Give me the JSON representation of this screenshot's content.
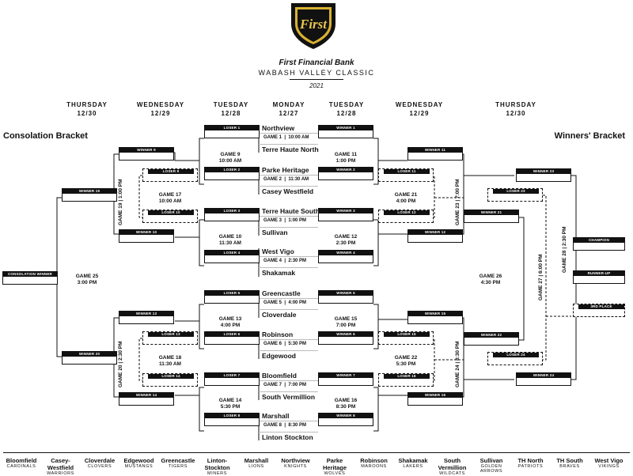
{
  "header": {
    "brand": "First Financial Bank",
    "tournament": "WABASH VALLEY CLASSIC",
    "year": "2021",
    "logo_text": "First"
  },
  "days": [
    {
      "day": "THURSDAY",
      "date": "12/30"
    },
    {
      "day": "WEDNESDAY",
      "date": "12/29"
    },
    {
      "day": "TUESDAY",
      "date": "12/28"
    },
    {
      "day": "MONDAY",
      "date": "12/27"
    },
    {
      "day": "TUESDAY",
      "date": "12/28"
    },
    {
      "day": "WEDNESDAY",
      "date": "12/29"
    },
    {
      "day": "THURSDAY",
      "date": "12/30"
    }
  ],
  "sections": {
    "consolation": "Consolation Bracket",
    "winners": "Winners' Bracket"
  },
  "first_round": [
    {
      "game": "GAME 1",
      "time": "10:00 AM",
      "top": "Northview",
      "bottom": "Terre Haute North"
    },
    {
      "game": "GAME 2",
      "time": "11:30 AM",
      "top": "Parke Heritage",
      "bottom": "Casey Westfield"
    },
    {
      "game": "GAME 3",
      "time": "1:00 PM",
      "top": "Terre Haute South",
      "bottom": "Sullivan"
    },
    {
      "game": "GAME 4",
      "time": "2:30 PM",
      "top": "West Vigo",
      "bottom": "Shakamak"
    },
    {
      "game": "GAME 5",
      "time": "4:00 PM",
      "top": "Greencastle",
      "bottom": "Cloverdale"
    },
    {
      "game": "GAME 6",
      "time": "5:30 PM",
      "top": "Robinson",
      "bottom": "Edgewood"
    },
    {
      "game": "GAME 7",
      "time": "7:00 PM",
      "top": "Bloomfield",
      "bottom": "South Vermillion"
    },
    {
      "game": "GAME 8",
      "time": "8:30 PM",
      "top": "Marshall",
      "bottom": "Linton Stockton"
    }
  ],
  "slots": {
    "loser1": "LOSER 1",
    "loser2": "LOSER 2",
    "loser3": "LOSER 3",
    "loser4": "LOSER 4",
    "loser5": "LOSER 5",
    "loser6": "LOSER 6",
    "loser7": "LOSER 7",
    "loser8": "LOSER 8",
    "winner1": "WINNER 1",
    "winner2": "WINNER 2",
    "winner3": "WINNER 3",
    "winner4": "WINNER 4",
    "winner5": "WINNER 5",
    "winner6": "WINNER 6",
    "winner7": "WINNER 7",
    "winner8": "WINNER 8",
    "winner9": "WINNER 9",
    "winner10": "WINNER 10",
    "winner11": "WINNER 11",
    "winner12": "WINNER 12",
    "winner13": "WINNER 13",
    "winner14": "WINNER 14",
    "winner15": "WINNER 15",
    "winner16": "WINNER 16",
    "winner19": "WINNER 19",
    "winner20": "WINNER 20",
    "winner21": "WINNER 21",
    "winner22": "WINNER 22",
    "winner23": "WINNER 23",
    "winner24": "WINNER 24",
    "loser9": "LOSER 9",
    "loser10": "LOSER 10",
    "loser11": "LOSER 11",
    "loser12": "LOSER 12",
    "loser13": "LOSER 13",
    "loser14": "LOSER 14",
    "loser15": "LOSER 15",
    "loser16": "LOSER 16",
    "loser23": "LOSER 23",
    "loser24": "LOSER 24",
    "consolation_winner": "CONSOLATION WINNER",
    "champion": "CHAMPION",
    "runner_up": "RUNNER-UP",
    "third_place": "3RD PLACE"
  },
  "games": {
    "g9": {
      "name": "GAME 9",
      "time": "10:00 AM"
    },
    "g10": {
      "name": "GAME 10",
      "time": "11:30 AM"
    },
    "g11": {
      "name": "GAME 11",
      "time": "1:00 PM"
    },
    "g12": {
      "name": "GAME 12",
      "time": "2:30 PM"
    },
    "g13": {
      "name": "GAME 13",
      "time": "4:00 PM"
    },
    "g14": {
      "name": "GAME 14",
      "time": "5:30 PM"
    },
    "g15": {
      "name": "GAME 15",
      "time": "7:00 PM"
    },
    "g16": {
      "name": "GAME 16",
      "time": "8:30 PM"
    },
    "g17": {
      "name": "GAME 17",
      "time": "10:00 AM"
    },
    "g18": {
      "name": "GAME 18",
      "time": "11:30 AM"
    },
    "g21": {
      "name": "GAME 21",
      "time": "4:00 PM"
    },
    "g22": {
      "name": "GAME 22",
      "time": "5:30 PM"
    },
    "g25": {
      "name": "GAME 25",
      "time": "3:00 PM"
    },
    "g26": {
      "name": "GAME 26",
      "time": "4:30 PM"
    },
    "g19": "GAME 19 | 1:00 PM",
    "g20": "GAME 20 | 2:30 PM",
    "g23": "GAME 23 | 7:00 PM",
    "g24": "GAME 24 | 8:30 PM",
    "g27": "GAME 27 | 6:00 PM",
    "g28": "GAME 28 | 2:30 PM"
  },
  "footer": [
    {
      "name": "Bloomfield",
      "mascot": "CARDINALS"
    },
    {
      "name": "Casey-Westfield",
      "mascot": "WARRIORS"
    },
    {
      "name": "Cloverdale",
      "mascot": "CLOVERS"
    },
    {
      "name": "Edgewood",
      "mascot": "MUSTANGS"
    },
    {
      "name": "Greencastle",
      "mascot": "TIGERS"
    },
    {
      "name": "Linton-Stockton",
      "mascot": "MINERS"
    },
    {
      "name": "Marshall",
      "mascot": "LIONS"
    },
    {
      "name": "Northview",
      "mascot": "KNIGHTS"
    },
    {
      "name": "Parke Heritage",
      "mascot": "WOLVES"
    },
    {
      "name": "Robinson",
      "mascot": "MAROONS"
    },
    {
      "name": "Shakamak",
      "mascot": "LAKERS"
    },
    {
      "name": "South Vermillion",
      "mascot": "WILDCATS"
    },
    {
      "name": "Sullivan",
      "mascot": "GOLDEN ARROWS"
    },
    {
      "name": "TH North",
      "mascot": "PATRIOTS"
    },
    {
      "name": "TH South",
      "mascot": "BRAVES"
    },
    {
      "name": "West Vigo",
      "mascot": "VIKINGS"
    }
  ]
}
